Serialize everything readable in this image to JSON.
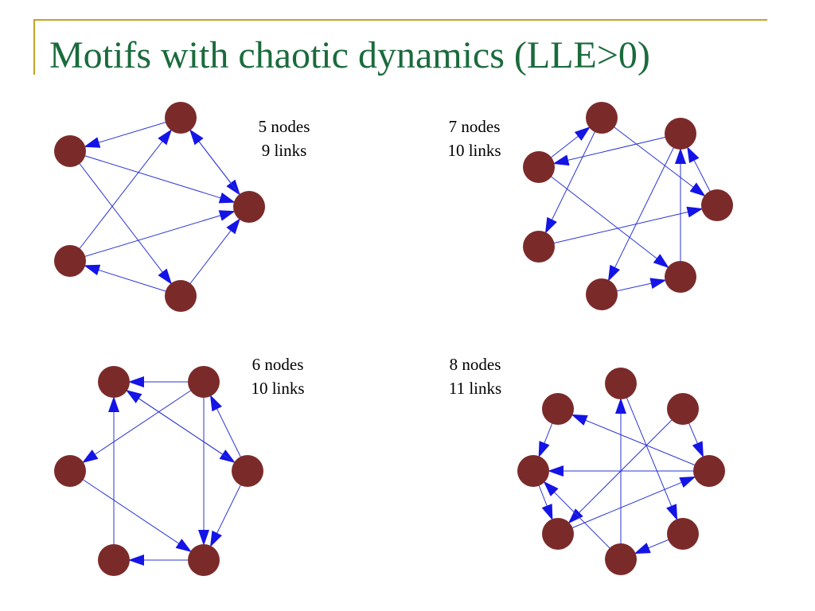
{
  "slide": {
    "title": "Motifs with chaotic dynamics (LLE>0)"
  },
  "colors": {
    "title": "#1a6b3c",
    "accent_rule": "#c9a227",
    "node": "#7b2a2a",
    "edge": "#2b35d6",
    "arrow": "#1414e6"
  },
  "motifs": [
    {
      "id": "m5",
      "nodes_label": "5 nodes",
      "links_label": "9 links",
      "edges": [
        [
          1,
          2
        ],
        [
          0,
          1
        ],
        [
          0,
          2
        ],
        [
          3,
          0
        ],
        [
          4,
          2
        ],
        [
          2,
          0
        ],
        [
          4,
          3
        ],
        [
          1,
          4
        ],
        [
          3,
          2
        ]
      ]
    },
    {
      "id": "m7",
      "nodes_label": "7 nodes",
      "links_label": "10 links",
      "edges": [
        [
          0,
          3
        ],
        [
          0,
          4
        ],
        [
          5,
          6
        ],
        [
          6,
          1
        ],
        [
          1,
          5
        ],
        [
          2,
          6
        ],
        [
          3,
          1
        ],
        [
          4,
          3
        ],
        [
          1,
          2
        ],
        [
          2,
          0
        ]
      ]
    },
    {
      "id": "m6",
      "nodes_label": "6 nodes",
      "links_label": "10 links",
      "edges": [
        [
          1,
          0
        ],
        [
          5,
          4
        ],
        [
          0,
          3
        ],
        [
          3,
          1
        ],
        [
          1,
          2
        ],
        [
          3,
          5
        ],
        [
          4,
          0
        ],
        [
          2,
          5
        ],
        [
          1,
          5
        ],
        [
          3,
          0
        ]
      ]
    },
    {
      "id": "m8",
      "nodes_label": "8 nodes",
      "links_label": "11 links",
      "edges": [
        [
          2,
          4
        ],
        [
          5,
          4
        ],
        [
          7,
          0
        ],
        [
          6,
          7
        ],
        [
          4,
          3
        ],
        [
          3,
          5
        ],
        [
          2,
          5
        ],
        [
          7,
          3
        ],
        [
          4,
          1
        ],
        [
          0,
          6
        ],
        [
          1,
          3
        ]
      ]
    }
  ]
}
